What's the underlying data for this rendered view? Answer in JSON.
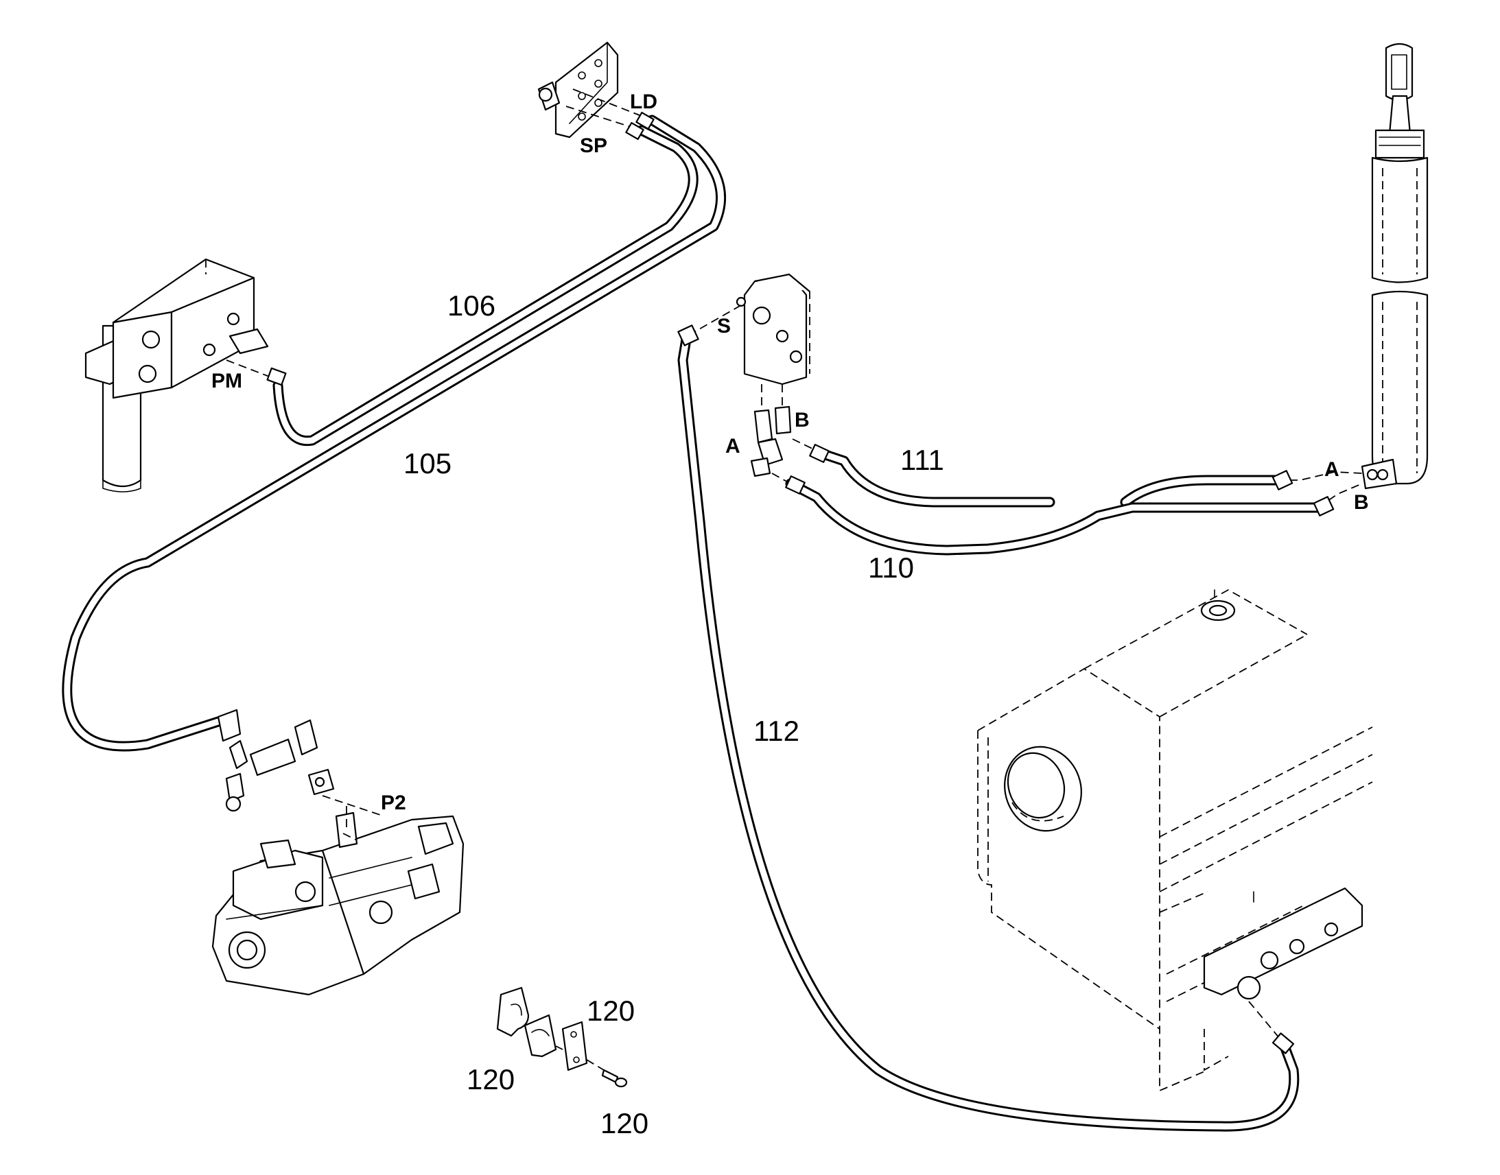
{
  "callouts": {
    "c105": "105",
    "c106": "106",
    "c110": "110",
    "c111": "111",
    "c112": "112",
    "c120a": "120",
    "c120b": "120",
    "c120c": "120"
  },
  "ports": {
    "ld": "LD",
    "sp": "SP",
    "pm": "PM",
    "p2": "P2",
    "s": "S",
    "valve_a": "A",
    "valve_b": "B",
    "cyl_a": "A",
    "cyl_b": "B"
  }
}
